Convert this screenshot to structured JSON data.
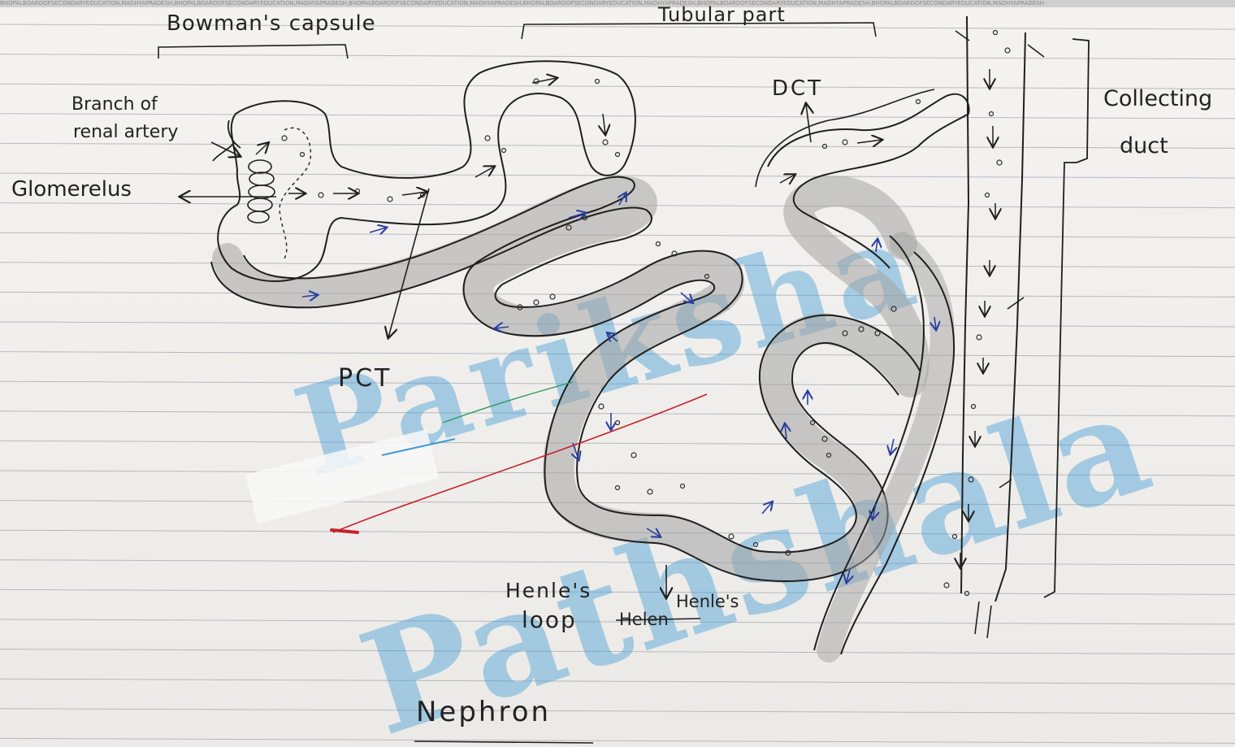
{
  "banner_text": "BHOPALBOARDOFSECONDARYEDUCATION,MADHYAPRADESH,BHOPALBOARDOFSECONDARYEDUCATION,MADHYAPRADESH,BHOPALBOARDOFSECONDARYEDUCATION,MADHYAPRADESH,BHOPALBOARDOFSECONDARYEDUCATION,MADHYAPRADESH,BHOPALBOARDOFSECONDARYEDUCATION,MADHYAPRADESH,BHOPALBOARDOFSECONDARYEDUCATION,MADHYAPRADESH",
  "watermark": {
    "line1": "Pariksha",
    "line2": "Pathshala"
  },
  "labels": {
    "bowmans_capsule": "Bowman's capsule",
    "tubular_part": "Tubular part",
    "branch_of": "Branch of",
    "renal_artery": "renal artery",
    "glomerulus": "Glomerelus",
    "dct": "DCT",
    "collecting": "Collecting",
    "duct": "duct",
    "pct": "PCT",
    "henles": "Henle's",
    "loop": "loop",
    "struck_1": "Henle's",
    "struck_2": "Helen",
    "title": "Nephron"
  },
  "colors": {
    "ink": "#1f1f1f",
    "tubule_shade": "#9a9a9a",
    "blue_ink": "#2a3f9e",
    "watermark": "#3d9bd6",
    "ruled_line": "#9aa3ad",
    "red_line": "#c8202a",
    "green_line": "#2a9a5c"
  }
}
